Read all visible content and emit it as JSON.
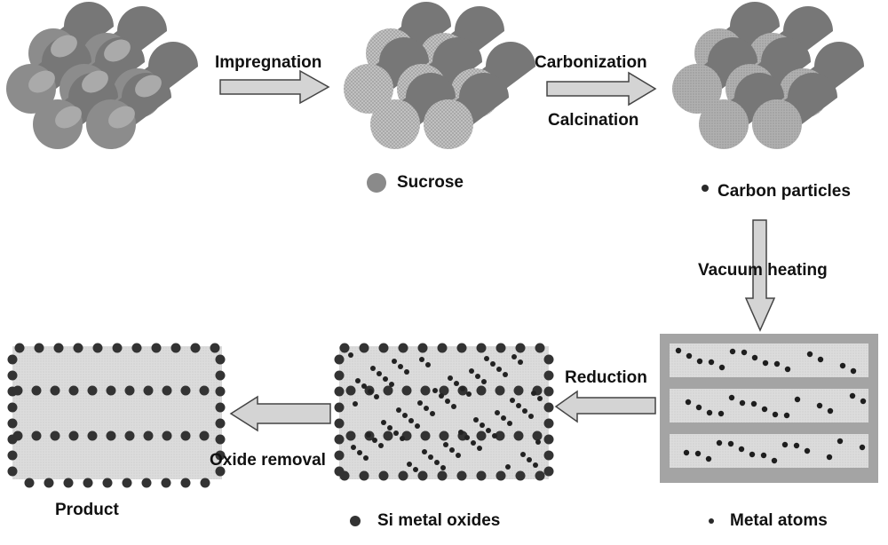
{
  "steps": {
    "impregnation": "Impregnation",
    "carbonization": "Carbonization",
    "calcination": "Calcination",
    "vacuum_heating": "Vacuum heating",
    "reduction": "Reduction",
    "oxide_removal": "Oxide removal"
  },
  "legends": {
    "sucrose": "Sucrose",
    "carbon_particles": "Carbon particles",
    "metal_atoms": "Metal atoms",
    "si_metal_oxides": "Si metal oxides",
    "product": "Product"
  },
  "colors": {
    "cylinder": "#7a7a7a",
    "cylinder_light": "#a8a8a8",
    "sucrose_fill": "#b8b8b8",
    "carbon_fill": "#a0a0a0",
    "arrow_fill": "#d0d0d0",
    "box_fill": "#d8d8d8",
    "box_border": "#9a9a9a",
    "dot": "#2a2a2a"
  }
}
